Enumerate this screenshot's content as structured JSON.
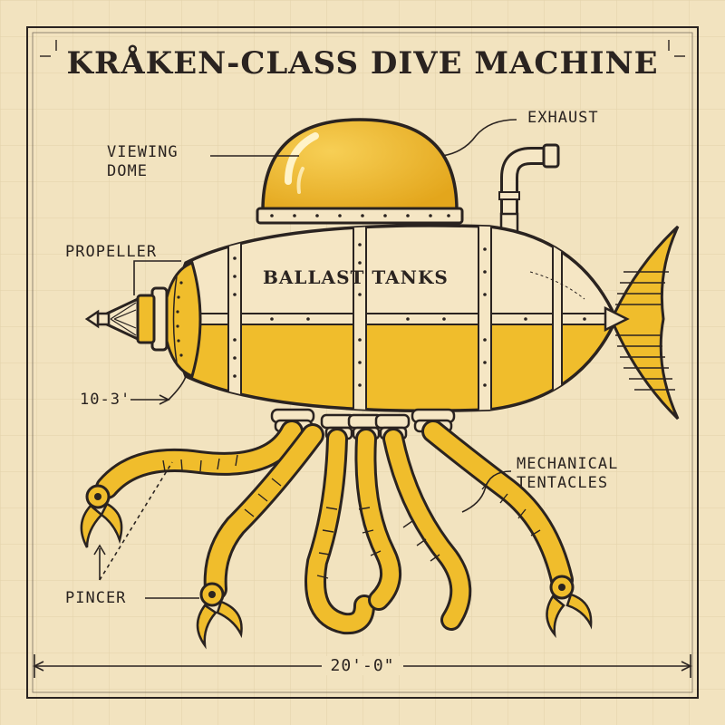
{
  "title": "KRÅKEN-CLASS DIVE MACHINE",
  "labels": {
    "viewing_dome": [
      "VIEWING",
      "DOME"
    ],
    "exhaust": "EXHAUST",
    "propeller": "PROPELLER",
    "ballast_tanks": "BALLAST TANKS",
    "height_dim": "10-3'",
    "tentacles": [
      "MECHANICAL",
      "TENTACLES"
    ],
    "pincer": "PINCER",
    "length_dim": "20'-0\""
  },
  "colors": {
    "paper": "#f2e3bf",
    "ink": "#2a2320",
    "hull_light": "#f5e6c4",
    "hull_yellow": "#f0bd2c",
    "grid": "#e2d1aa"
  }
}
